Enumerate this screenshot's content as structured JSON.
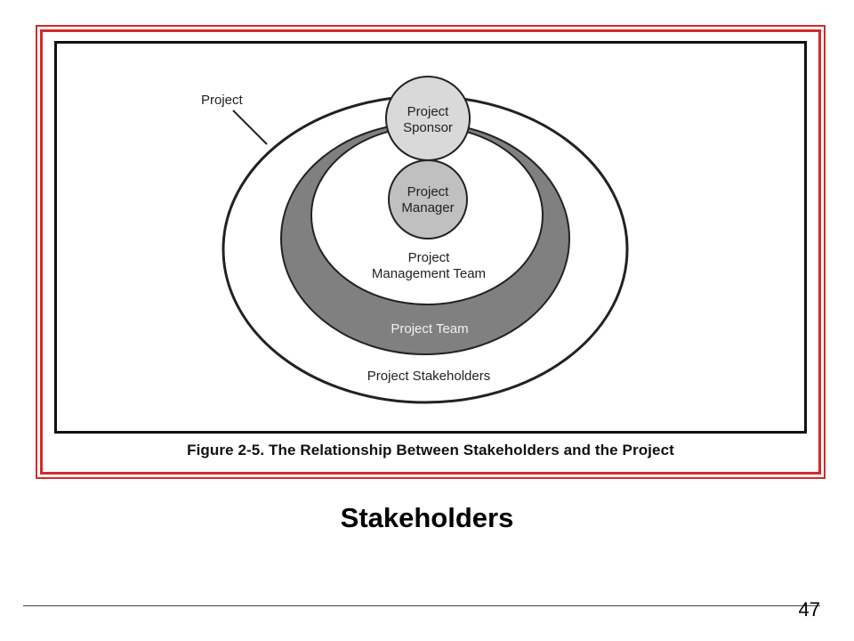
{
  "figure": {
    "caption": "Figure 2-5. The Relationship Between Stakeholders and the Project",
    "labels": {
      "project": "Project",
      "sponsor_line1": "Project",
      "sponsor_line2": "Sponsor",
      "manager_line1": "Project",
      "manager_line2": "Manager",
      "mgmt_team_line1": "Project",
      "mgmt_team_line2": "Management Team",
      "project_team": "Project Team",
      "stakeholders": "Project Stakeholders"
    },
    "colors": {
      "frame_border": "#d42a2a",
      "project_team_ring": "#808080",
      "node_fill": "#c0c0c0",
      "sponsor_fill": "#d9d9d9"
    }
  },
  "slide": {
    "title": "Stakeholders",
    "page_number": "47"
  }
}
